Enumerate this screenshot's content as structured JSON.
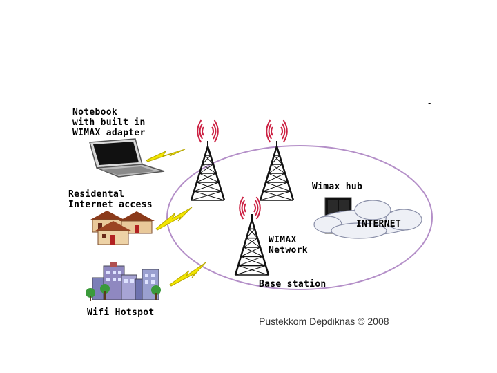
{
  "labels": {
    "notebook": "Notebook\nwith built in\nWIMAX adapter",
    "residential": "Residental\nInternet access",
    "wifi": "Wifi Hotspot",
    "wimax_hub": "Wimax hub",
    "internet": "INTERNET",
    "wimax_network": "WIMAX\nNetwork",
    "base_station": "Base station"
  },
  "credit": "Pustekkom Depdiknas © 2008",
  "corner_mark": "-",
  "colors": {
    "network_ellipse": "#b48fc8",
    "signal": "#cc2244",
    "lightning": "#f2e600",
    "tower": "#111111",
    "cloud": "#eef0f6"
  }
}
